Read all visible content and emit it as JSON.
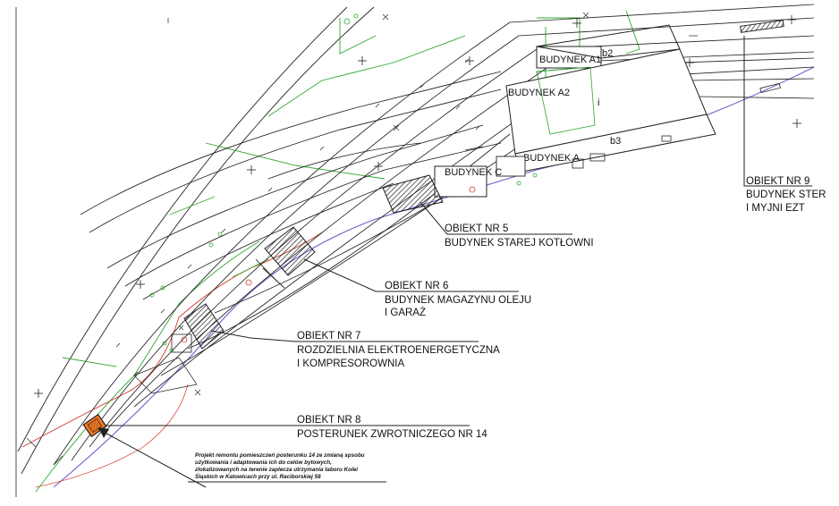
{
  "buildings": {
    "a1": "BUDYNEK A1",
    "a2": "BUDYNEK A2",
    "a": "BUDYNEK A",
    "c": "BUDYNEK C",
    "b2": "b2",
    "b3": "b3"
  },
  "objects": {
    "nr5": {
      "title": "OBIEKT NR 5",
      "line1": "BUDYNEK STAREJ KOTŁOWNI"
    },
    "nr6": {
      "title": "OBIEKT NR 6",
      "line1": "BUDYNEK MAGAZYNU OLEJU",
      "line2": "I GARAŻ"
    },
    "nr7": {
      "title": "OBIEKT NR 7",
      "line1": "ROZDZIELNIA ELEKTROENERGETYCZNA",
      "line2": "I KOMPRESOROWNIA"
    },
    "nr8": {
      "title": "OBIEKT NR 8",
      "line1": "POSTERUNEK ZWROTNICZEGO NR 14"
    },
    "nr9": {
      "title": "OBIEKT NR 9",
      "line1": "BUDYNEK STER",
      "line2": "I MYJNI EZT"
    }
  },
  "note": {
    "line1": "Projekt remontu pomieszczeń posterunku 14 ze zmianą spsobu",
    "line2": "użytkowania i adaptowania ich do celów bytowych,",
    "line3": "zlokalizowanych na terenie zaplecza utrzymania taboru Kolei",
    "line4": "Śląskich w Katowicach przy ul. Raciborskiej 58"
  },
  "colors": {
    "linework": "#222222",
    "utility_green": "#2fa82f",
    "boundary_red": "#d23a2a",
    "boundary_purple": "#6b5fc9",
    "highlight_orange": "#ee7722"
  }
}
